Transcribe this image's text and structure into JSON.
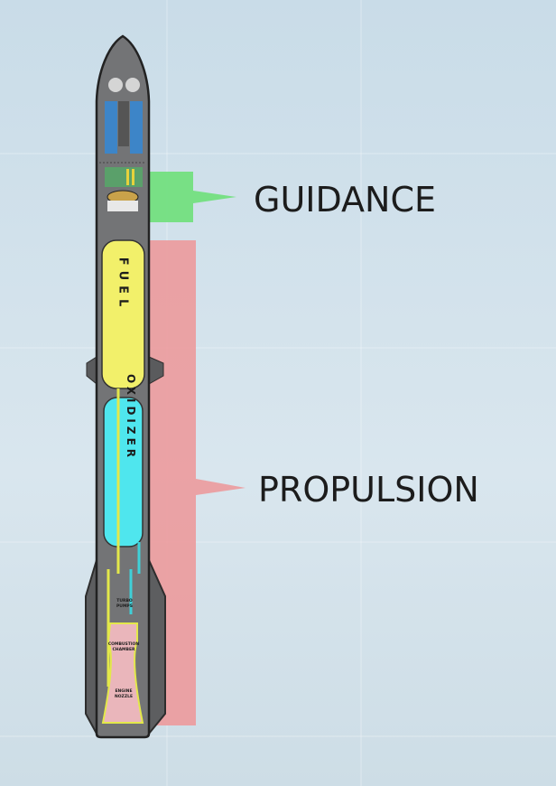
{
  "labels": {
    "guidance": "GUIDANCE",
    "propulsion": "PROPULSION",
    "fuel": "FUEL",
    "oxidizer": "OXIDIZER",
    "turbo_pumps": [
      "TURBO",
      "PUMPS"
    ],
    "combustion_chamber": [
      "COMBUSTION",
      "CHAMBER"
    ],
    "engine_nozzle": [
      "ENGINE",
      "NOZZLE"
    ]
  },
  "colors": {
    "guidance": "#6ee07a",
    "propulsion": "#ec9a9c",
    "fuel": "#f2f06a",
    "oxidizer": "#4fe6ee",
    "body": "#6d6e70",
    "nozzle": "#eab6bb"
  }
}
